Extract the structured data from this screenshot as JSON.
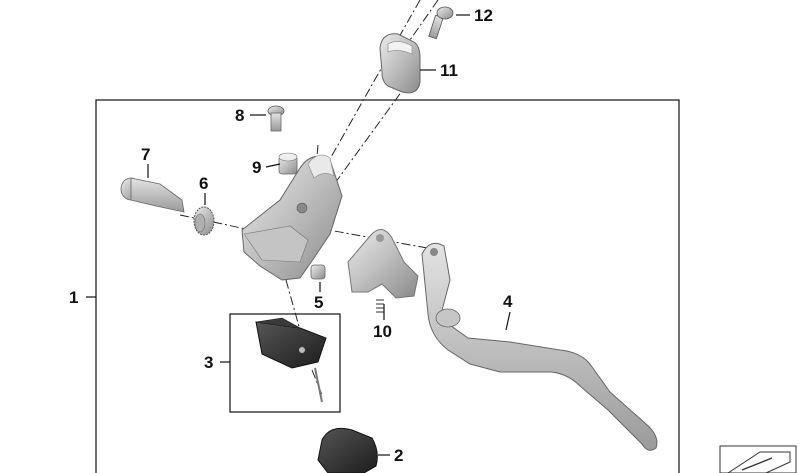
{
  "callouts": [
    {
      "id": "c1",
      "label": "1"
    },
    {
      "id": "c2",
      "label": "2"
    },
    {
      "id": "c3",
      "label": "3"
    },
    {
      "id": "c4",
      "label": "4"
    },
    {
      "id": "c5",
      "label": "5"
    },
    {
      "id": "c6",
      "label": "6"
    },
    {
      "id": "c7",
      "label": "7"
    },
    {
      "id": "c8",
      "label": "8"
    },
    {
      "id": "c9",
      "label": "9"
    },
    {
      "id": "c10",
      "label": "10"
    },
    {
      "id": "c11",
      "label": "11"
    },
    {
      "id": "c12",
      "label": "12"
    }
  ],
  "colors": {
    "line": "#111111",
    "part_light": "#d9d9d9",
    "part_mid": "#a9a9a9",
    "part_dark": "#6e6e6e",
    "switch_body": "#2b2b2b"
  }
}
